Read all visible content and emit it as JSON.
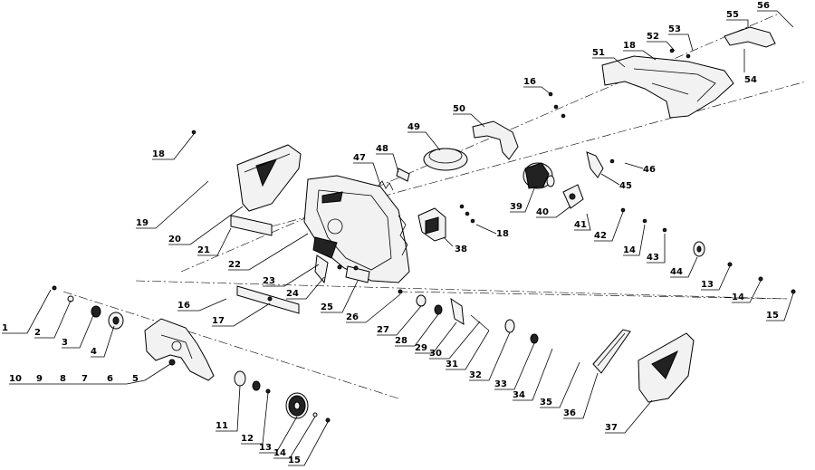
{
  "callouts": [
    {
      "id": "c1",
      "text": "1"
    },
    {
      "id": "c2",
      "text": "2"
    },
    {
      "id": "c3",
      "text": "3"
    },
    {
      "id": "c4",
      "text": "4"
    },
    {
      "id": "c5",
      "text": "5"
    },
    {
      "id": "c6",
      "text": "6"
    },
    {
      "id": "c7",
      "text": "7"
    },
    {
      "id": "c8",
      "text": "8"
    },
    {
      "id": "c9",
      "text": "9"
    },
    {
      "id": "c10",
      "text": "10"
    },
    {
      "id": "c11",
      "text": "11"
    },
    {
      "id": "c12",
      "text": "12"
    },
    {
      "id": "c13a",
      "text": "13"
    },
    {
      "id": "c13b",
      "text": "13"
    },
    {
      "id": "c14a",
      "text": "14"
    },
    {
      "id": "c14b",
      "text": "14"
    },
    {
      "id": "c14c",
      "text": "14"
    },
    {
      "id": "c15a",
      "text": "15"
    },
    {
      "id": "c15b",
      "text": "15"
    },
    {
      "id": "c16a",
      "text": "16"
    },
    {
      "id": "c16b",
      "text": "16"
    },
    {
      "id": "c17",
      "text": "17"
    },
    {
      "id": "c18a",
      "text": "18"
    },
    {
      "id": "c18b",
      "text": "18"
    },
    {
      "id": "c18c",
      "text": "18"
    },
    {
      "id": "c19",
      "text": "19"
    },
    {
      "id": "c20",
      "text": "20"
    },
    {
      "id": "c21",
      "text": "21"
    },
    {
      "id": "c22",
      "text": "22"
    },
    {
      "id": "c23",
      "text": "23"
    },
    {
      "id": "c24",
      "text": "24"
    },
    {
      "id": "c25",
      "text": "25"
    },
    {
      "id": "c26",
      "text": "26"
    },
    {
      "id": "c27",
      "text": "27"
    },
    {
      "id": "c28",
      "text": "28"
    },
    {
      "id": "c29",
      "text": "29"
    },
    {
      "id": "c30",
      "text": "30"
    },
    {
      "id": "c31",
      "text": "31"
    },
    {
      "id": "c32",
      "text": "32"
    },
    {
      "id": "c33",
      "text": "33"
    },
    {
      "id": "c34",
      "text": "34"
    },
    {
      "id": "c35",
      "text": "35"
    },
    {
      "id": "c36",
      "text": "36"
    },
    {
      "id": "c37",
      "text": "37"
    },
    {
      "id": "c38",
      "text": "38"
    },
    {
      "id": "c39",
      "text": "39"
    },
    {
      "id": "c40",
      "text": "40"
    },
    {
      "id": "c41",
      "text": "41"
    },
    {
      "id": "c42",
      "text": "42"
    },
    {
      "id": "c43",
      "text": "43"
    },
    {
      "id": "c44",
      "text": "44"
    },
    {
      "id": "c45",
      "text": "45"
    },
    {
      "id": "c46",
      "text": "46"
    },
    {
      "id": "c47",
      "text": "47"
    },
    {
      "id": "c48",
      "text": "48"
    },
    {
      "id": "c49",
      "text": "49"
    },
    {
      "id": "c50",
      "text": "50"
    },
    {
      "id": "c51",
      "text": "51"
    },
    {
      "id": "c52",
      "text": "52"
    },
    {
      "id": "c53",
      "text": "53"
    },
    {
      "id": "c54",
      "text": "54"
    },
    {
      "id": "c55",
      "text": "55"
    },
    {
      "id": "c56",
      "text": "56"
    }
  ]
}
